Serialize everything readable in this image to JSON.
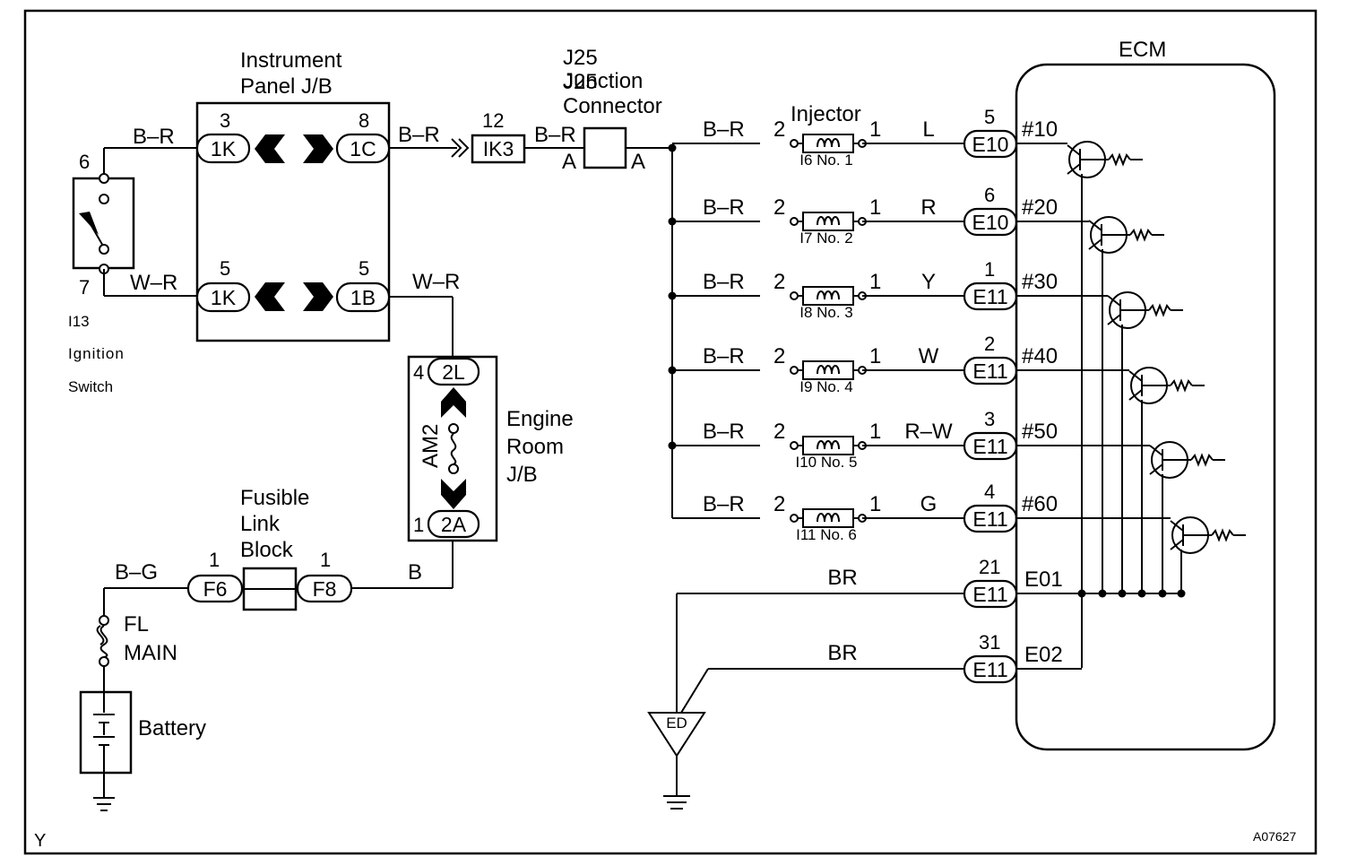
{
  "ignition_switch": {
    "id": "I13",
    "line1": "Ignition",
    "line2": "Switch",
    "pin_top": "6",
    "pin_bottom": "7",
    "wire_top": "B–R",
    "wire_bottom": "W–R"
  },
  "instrument_jb": {
    "title1": "Instrument",
    "title2": "Panel J/B",
    "conn_1k_top": "1K",
    "pin_1k_top": "3",
    "conn_1c": "1C",
    "pin_1c": "8",
    "conn_1k_bot": "1K",
    "pin_1k_bot": "5",
    "conn_1b": "1B",
    "pin_1b": "5"
  },
  "wire_1c_out": "B–R",
  "wire_1b_out": "W–R",
  "ik3": {
    "label": "IK3",
    "pin": "12"
  },
  "j25": {
    "title1": "J25",
    "title2": "Junction",
    "title3": "Connector",
    "wire_in": "B–R",
    "pin_left": "A",
    "pin_right": "A"
  },
  "engine_room_jb": {
    "title1": "Engine",
    "title2": "Room",
    "title3": "J/B",
    "fuse": "AM2",
    "conn_top": "2L",
    "pin_top": "4",
    "conn_bot": "2A",
    "pin_bot": "1"
  },
  "fusible_link": {
    "title1": "Fusible",
    "title2": "Link",
    "title3": "Block",
    "conn_left": "F6",
    "pin_left": "1",
    "conn_right": "F8",
    "pin_right": "1",
    "wire_left": "B–G",
    "wire_right": "B"
  },
  "fl_main": {
    "line1": "FL",
    "line2": "MAIN"
  },
  "battery": {
    "label": "Battery"
  },
  "injector_title": "Injector",
  "injectors": [
    {
      "wire_in": "B–R",
      "pin_in": "2",
      "pin_out": "1",
      "color": "L",
      "id": "I6 No. 1",
      "conn": "E10",
      "ecm_pin": "5",
      "signal": "#10"
    },
    {
      "wire_in": "B–R",
      "pin_in": "2",
      "pin_out": "1",
      "color": "R",
      "id": "I7 No. 2",
      "conn": "E10",
      "ecm_pin": "6",
      "signal": "#20"
    },
    {
      "wire_in": "B–R",
      "pin_in": "2",
      "pin_out": "1",
      "color": "Y",
      "id": "I8 No. 3",
      "conn": "E11",
      "ecm_pin": "1",
      "signal": "#30"
    },
    {
      "wire_in": "B–R",
      "pin_in": "2",
      "pin_out": "1",
      "color": "W",
      "id": "I9 No. 4",
      "conn": "E11",
      "ecm_pin": "2",
      "signal": "#40"
    },
    {
      "wire_in": "B–R",
      "pin_in": "2",
      "pin_out": "1",
      "color": "R–W",
      "id": "I10 No. 5",
      "conn": "E11",
      "ecm_pin": "3",
      "signal": "#50"
    },
    {
      "wire_in": "B–R",
      "pin_in": "2",
      "pin_out": "1",
      "color": "G",
      "id": "I11 No. 6",
      "conn": "E11",
      "ecm_pin": "4",
      "signal": "#60"
    }
  ],
  "grounds": [
    {
      "wire": "BR",
      "conn": "E11",
      "pin": "21",
      "signal": "E01"
    },
    {
      "wire": "BR",
      "conn": "E11",
      "pin": "31",
      "signal": "E02"
    }
  ],
  "ground_point": "ED",
  "ecm_title": "ECM",
  "corner_letter": "Y",
  "figure_code": "A07627"
}
